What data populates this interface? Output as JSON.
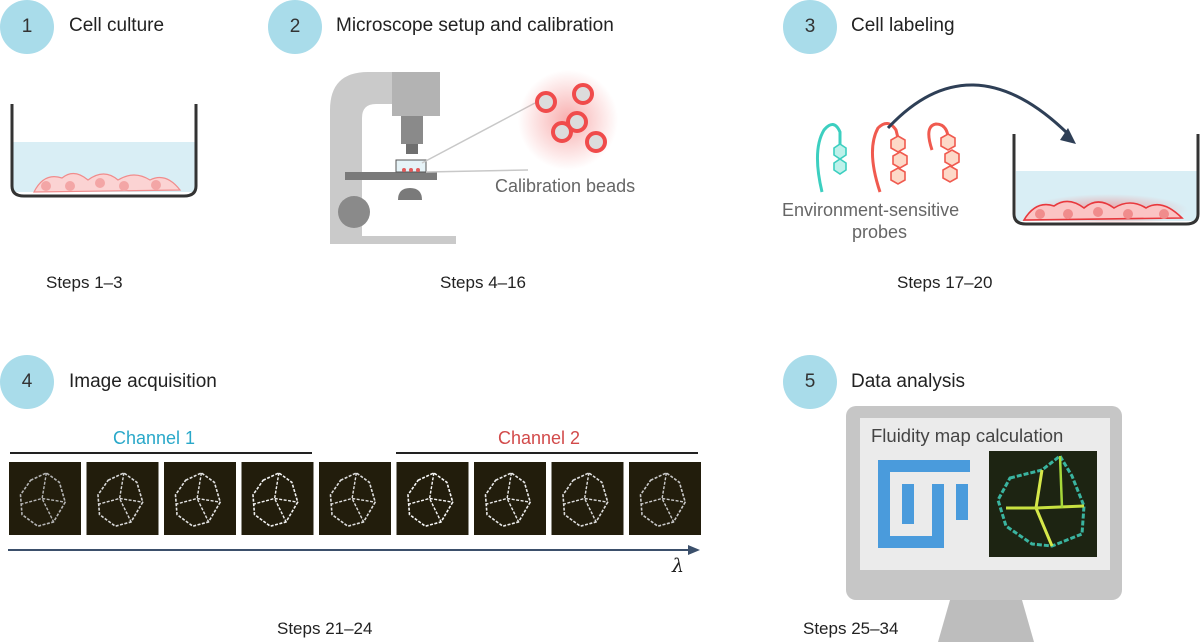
{
  "steps": [
    {
      "number": "1",
      "title": "Cell culture",
      "range": "Steps 1–3"
    },
    {
      "number": "2",
      "title": "Microscope setup and calibration",
      "range": "Steps 4–16"
    },
    {
      "number": "3",
      "title": "Cell labeling",
      "range": "Steps 17–20"
    },
    {
      "number": "4",
      "title": "Image acquisition",
      "range": "Steps 21–24"
    },
    {
      "number": "5",
      "title": "Data analysis",
      "range": "Steps 25–34"
    }
  ],
  "labels": {
    "calibration_beads": "Calibration beads",
    "probes_line1": "Environment-sensitive",
    "probes_line2": "probes",
    "channel1": "Channel 1",
    "channel2": "Channel 2",
    "lambda": "λ",
    "fluidity_map": "Fluidity map calculation"
  },
  "colors": {
    "badge": "#a9dcea",
    "channel1": "#29a8c9",
    "channel2": "#d24a4a",
    "probe_cyan": "#3ccfc0",
    "probe_red": "#f05a4f",
    "microscope_grey": "#c9c9c9"
  }
}
